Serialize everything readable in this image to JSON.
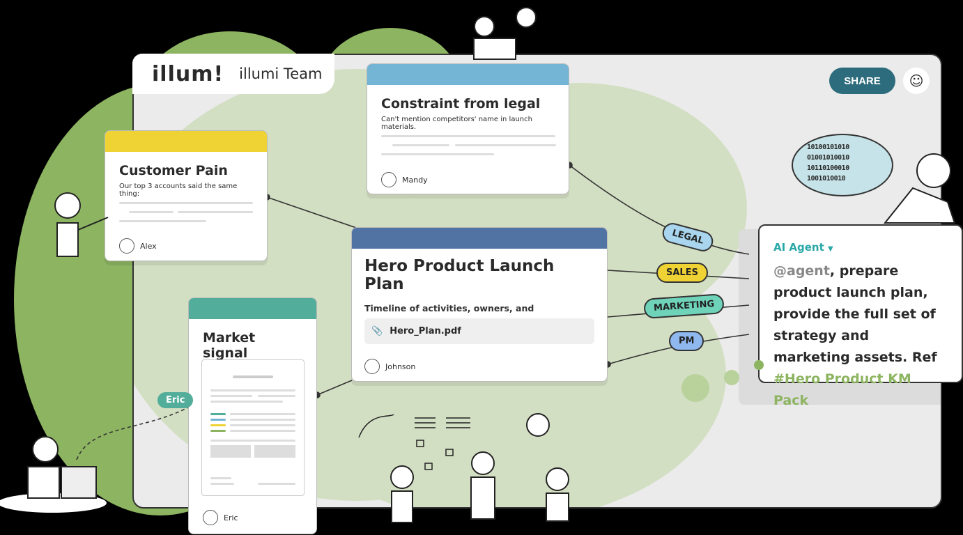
{
  "header": {
    "logo": "illum!",
    "team_name": "illumi Team",
    "share_label": "SHARE"
  },
  "cards": {
    "customer_pain": {
      "title": "Customer Pain",
      "subtitle": "Our top 3 accounts said the same thing:",
      "author": "Alex",
      "color": "#efd335"
    },
    "legal": {
      "title": "Constraint from legal",
      "subtitle": "Can't mention competitors' name in launch materials.",
      "author": "Mandy",
      "color": "#74b4d4"
    },
    "hero": {
      "title": "Hero Product Launch Plan",
      "subtitle": "Timeline of activities, owners, and success checkpoints.",
      "attachment": "Hero_Plan.pdf",
      "author": "Johnson",
      "color": "#5073a3"
    },
    "market": {
      "title": "Market signal",
      "author": "Eric",
      "color": "#52ad9a"
    }
  },
  "tags": [
    {
      "label": "LEGAL",
      "color": "#a9d6ee"
    },
    {
      "label": "SALES",
      "color": "#efd335"
    },
    {
      "label": "MARKETING",
      "color": "#6fd3b9"
    },
    {
      "label": "PM",
      "color": "#8fb8ef"
    }
  ],
  "cursor_label": "Eric",
  "agent": {
    "selector": "AI Agent",
    "mention": "@agent",
    "message": ", prepare product launch plan, provide the full set of strategy and marketing assets. Ref ",
    "reference": "#Hero Product KM Pack"
  },
  "speech_bubble": "10100101010\n01001010010\n10110100010\n1001010010"
}
